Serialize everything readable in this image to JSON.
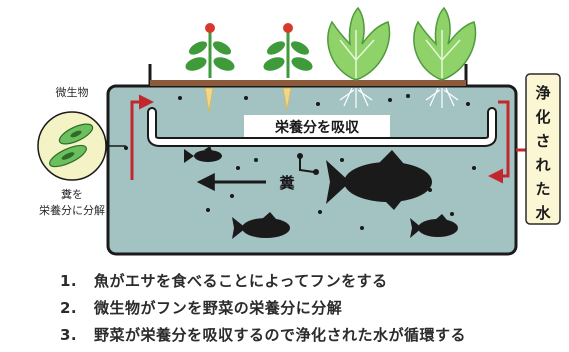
{
  "diagram": {
    "microbe_label": "微生物",
    "decompose_label_line1": "糞を",
    "decompose_label_line2": "栄養分に分解",
    "absorb_label": "栄養分を吸収",
    "dung_label": "糞",
    "purified_chars": [
      "浄",
      "化",
      "さ",
      "れ",
      "た",
      "水"
    ]
  },
  "steps": [
    {
      "num": "1.",
      "text": "魚がエサを食べることによってフンをする"
    },
    {
      "num": "2.",
      "text": "微生物がフンを野菜の栄養分に分解"
    },
    {
      "num": "3.",
      "text": "野菜が栄養分を吸収するので浄化された水が循環する"
    }
  ],
  "colors": {
    "water": "#a3c3c3",
    "outline": "#1a1a1a",
    "arrow_red": "#c0282e",
    "sidebar_bg": "#fbf7d4",
    "soil": "#8b5a3a",
    "plant_green": "#3f9a3a",
    "lettuce": "#8fd26a",
    "microbe_bg": "#f3f3c6",
    "microbe_green": "#6cbf5d"
  }
}
